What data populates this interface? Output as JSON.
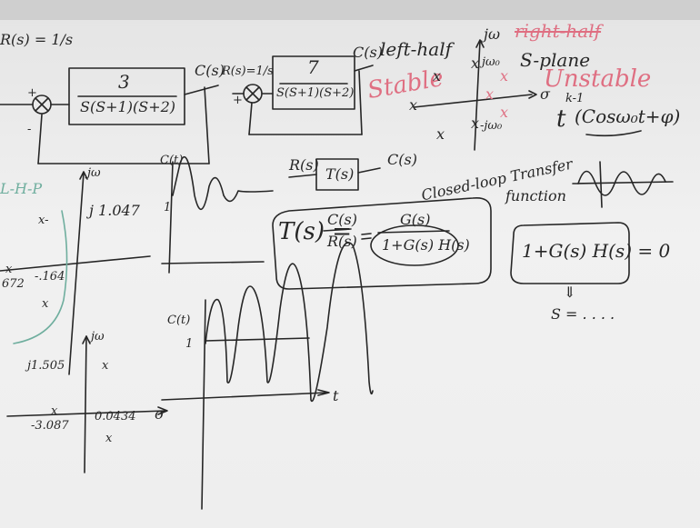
{
  "ink": "#262626",
  "accent_red": "#df6f82",
  "accent_green": "#6fae9e",
  "block1": {
    "input": "R(s) = 1/s",
    "num": "3",
    "den": "S(S+1)(S+2)",
    "output": "C(s)"
  },
  "block2": {
    "input": "R(s)=1/s",
    "num": "7",
    "den": "S(S+1)(S+2)",
    "output": "C(s)"
  },
  "splane": {
    "left_half": "left-half",
    "stable": "Stable",
    "right_half": "right-half",
    "splane": "S-plane",
    "unstable": "Unstable",
    "jw": "jω",
    "jw0": "jω₀",
    "neg_jw0": "-jω₀",
    "sigma": "σ",
    "pole": "x"
  },
  "resonant": {
    "prefix": "t",
    "exp": "k-1",
    "cos": "(Cosω₀t+φ)"
  },
  "tf": {
    "R": "R(s)",
    "T": "T(s)",
    "C": "C(s)",
    "caption_1": "Closed-loop Transfer",
    "caption_2": "function",
    "eq_lhs": "T(s) =",
    "eq_frac_num": "C(s)",
    "eq_frac_den": "R(s)",
    "eq_num": "G(s)",
    "eq_den": "1+G(s) H(s)"
  },
  "charpoly": {
    "eq": "1+G(s) H(s) = 0",
    "arrow": "⇓",
    "s": "S = . . . ."
  },
  "plot1": {
    "label": "C(t)",
    "one": "1"
  },
  "plot2": {
    "label": "C(t)",
    "one": "1",
    "t": "t"
  },
  "left_poles": {
    "lhp": "L-H-P",
    "jw": "jω",
    "j": "j 1.047",
    "v1": "-.164",
    "v2": "672"
  },
  "bottom_poles": {
    "jw": "jω",
    "j": "j1.505",
    "v1": "-3.087",
    "v2": "0.0434",
    "sigma": "σ"
  }
}
